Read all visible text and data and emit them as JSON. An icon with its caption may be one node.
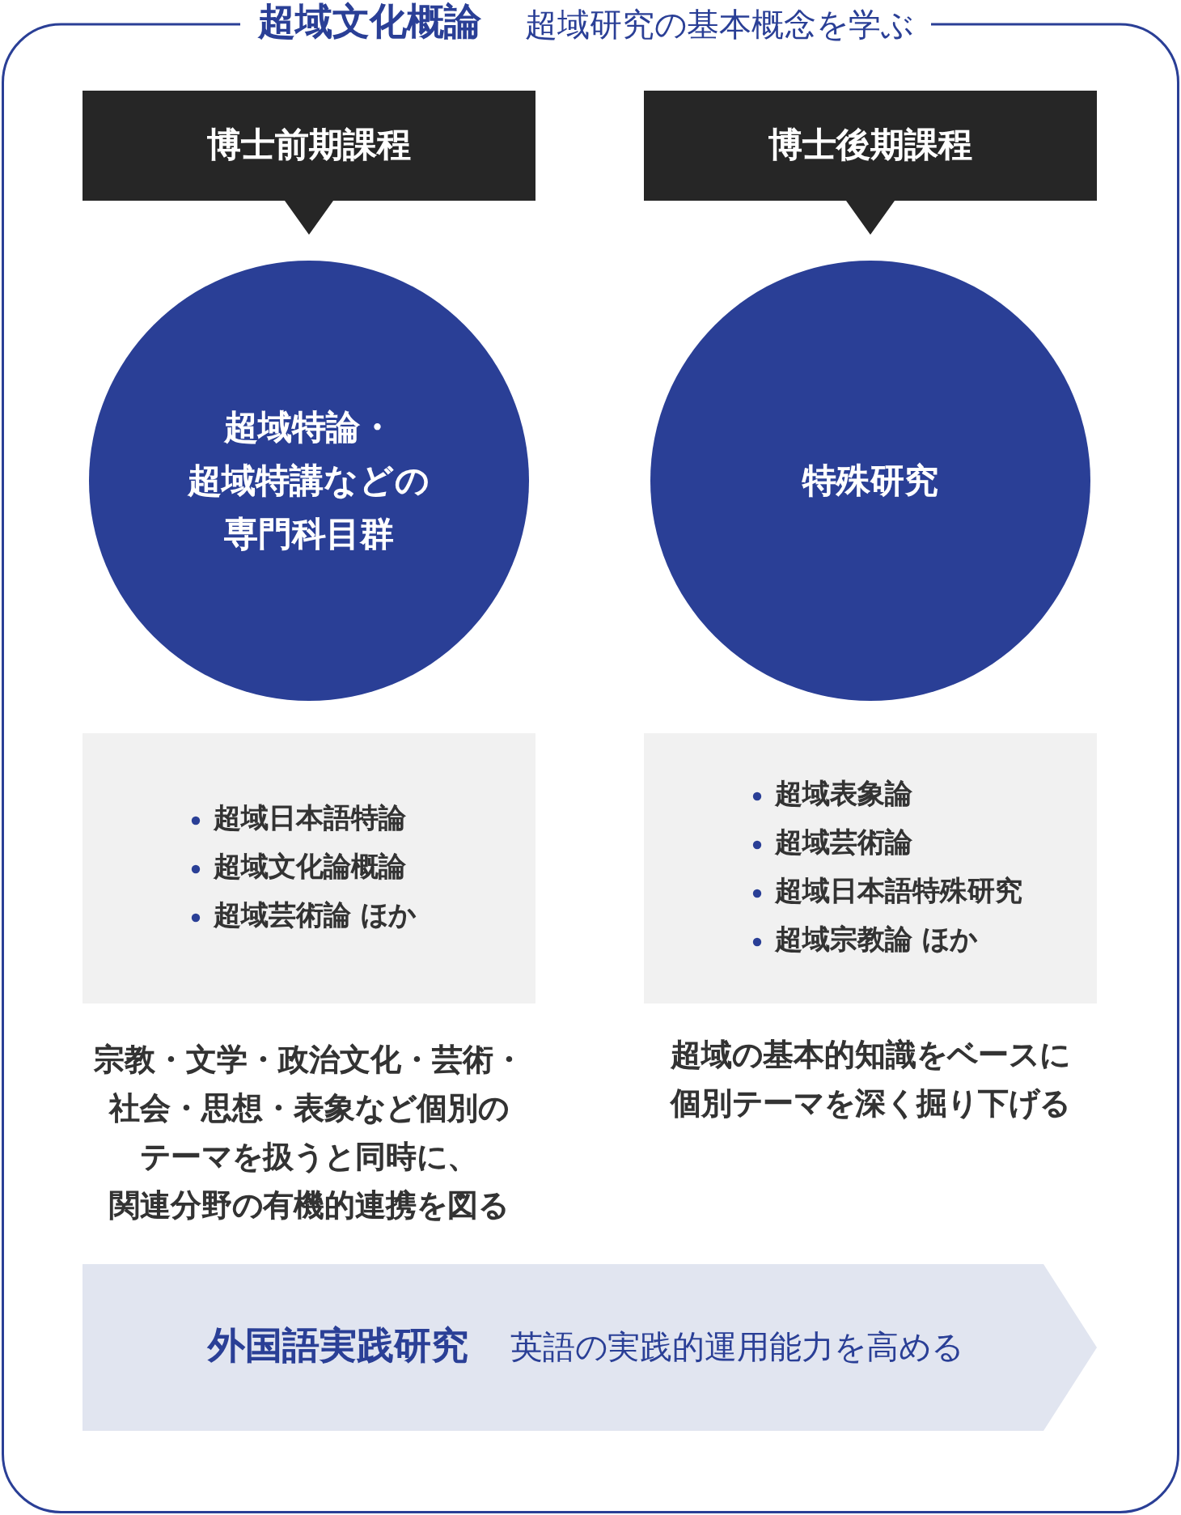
{
  "diagram": {
    "nodes": [
      {
        "text": [
          "超域文化概論",
          "超域研究の基本概念を学ぶ"
        ]
      },
      {
        "text": [
          "博士前期課程"
        ],
        "in": 0
      },
      {
        "text": [
          "博士後期課程"
        ],
        "in": 0
      },
      {
        "text": [
          "超域特論・超域特講などの専門科目群"
        ],
        "in": 0
      },
      {
        "text": [
          "特殊研究"
        ],
        "in": 0
      },
      {
        "text": [
          "超域日本語特論",
          "超域文化論概論",
          "超域芸術論 ほか"
        ],
        "in": 0
      },
      {
        "text": [
          "超域表象論",
          "超域芸術論",
          "超域日本語特殊研究",
          "超域宗教論 ほか"
        ],
        "in": 0
      },
      {
        "text": [
          "外国語実践研究",
          "英語の実践的運用能力を高める"
        ],
        "in": 0
      }
    ],
    "labels": [
      "宗教・文学・政治文化・芸術・社会・思想・表象など個別のテーマを扱うと同時に、関連分野の有機的連携を図る",
      "超域の基本的知識をベースに個別テーマを深く掘り下げる"
    ]
  }
}
